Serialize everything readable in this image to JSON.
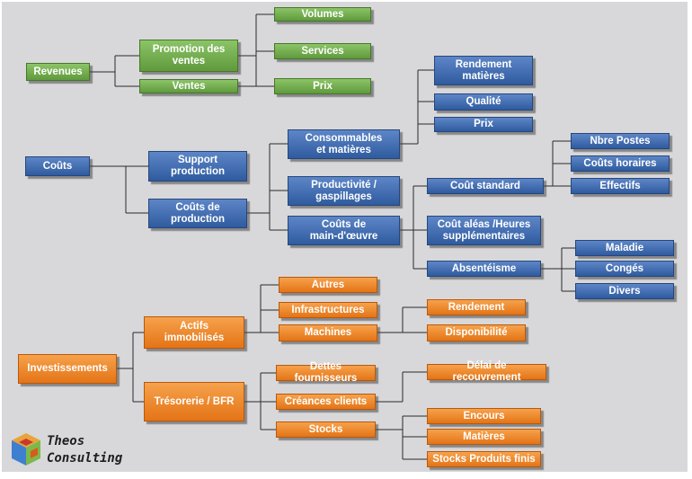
{
  "colors": {
    "green": "#6aa84f",
    "blue": "#3a66ae",
    "orange": "#ec8420",
    "connector": "#2a2a2a",
    "background": "#d8d8da"
  },
  "nodes": {
    "revenues": "Revenues",
    "promotion": "Promotion des\nventes",
    "ventes": "Ventes",
    "volumes": "Volumes",
    "services": "Services",
    "prix_rev": "Prix",
    "couts": "Coûts",
    "support": "Support\nproduction",
    "couts_prod": "Coûts de\nproduction",
    "consommables": "Consommables\net matières",
    "productivite": "Productivité /\ngaspillages",
    "couts_mo": "Coûts de\nmain-d'œuvre",
    "rendement_mat": "Rendement\nmatières",
    "qualite": "Qualité",
    "prix_cout": "Prix",
    "cout_standard": "Coût standard",
    "cout_aleas": "Coût aléas /Heures\nsupplémentaires",
    "absenteisme": "Absentéisme",
    "nbre_postes": "Nbre Postes",
    "couts_horaires": "Coûts horaires",
    "effectifs": "Effectifs",
    "maladie": "Maladie",
    "conges": "Congés",
    "divers": "Divers",
    "investissements": "Investissements",
    "actifs": "Actifs\nimmobilisés",
    "tresorerie": "Trésorerie / BFR",
    "autres": "Autres",
    "infrastructures": "Infrastructures",
    "machines": "Machines",
    "rendement_inv": "Rendement",
    "disponibilite": "Disponibilité",
    "dettes": "Dettes fournisseurs",
    "creances": "Créances clients",
    "stocks": "Stocks",
    "delai": "Délai de recouvrement",
    "encours": "Encours",
    "matieres": "Matières",
    "stocks_pf": "Stocks Produits finis"
  },
  "logo": {
    "line1": "Theos",
    "line2": "Consulting",
    "cube_icon": "cube-logo-icon"
  }
}
